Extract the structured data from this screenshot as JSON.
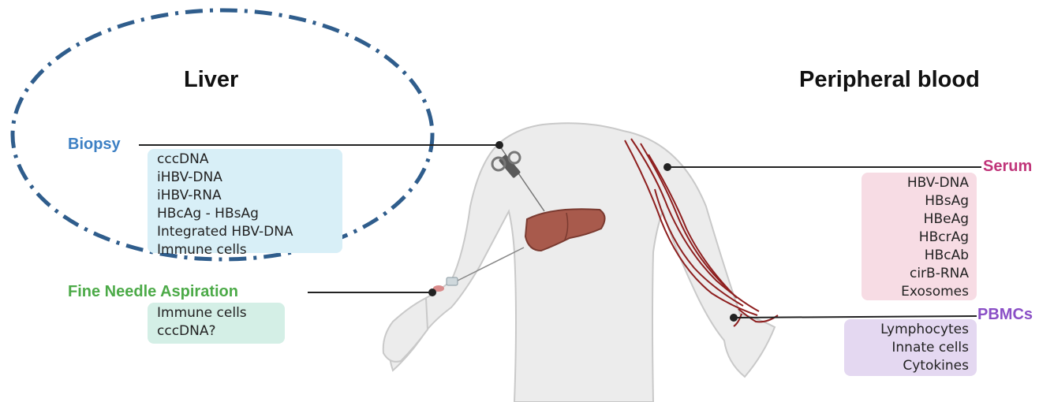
{
  "headings": {
    "liver": "Liver",
    "peripheral_blood": "Peripheral blood"
  },
  "biopsy": {
    "label": "Biopsy",
    "color": "#3d80c4",
    "items": [
      "cccDNA",
      "iHBV-DNA",
      "iHBV-RNA",
      "HBcAg - HBsAg",
      "Integrated HBV-DNA",
      "Immune cells"
    ]
  },
  "fna": {
    "label": "Fine Needle Aspiration",
    "color": "#4caa48",
    "items": [
      "Immune cells",
      "cccDNA?"
    ]
  },
  "serum": {
    "label": "Serum",
    "color": "#c0357a",
    "items": [
      "HBV-DNA",
      "HBsAg",
      "HBeAg",
      "HBcrAg",
      "HBcAb",
      "cirB-RNA",
      "Exosomes"
    ]
  },
  "pbmcs": {
    "label": "PBMCs",
    "color": "#8a4fc6",
    "items": [
      "Lymphocytes",
      "Innate cells",
      "Cytokines"
    ]
  },
  "colors": {
    "dashed_ellipse": "#2f5d8c",
    "biopsy_box": "#d8eff7",
    "fna_box": "#d4efe6",
    "serum_box": "#f7dce4",
    "pbmcs_box": "#e4d8f1",
    "body_fill": "#ececec",
    "body_stroke": "#c9c9c9",
    "liver_fill": "#a85a4c",
    "vein": "#8e1f1f"
  }
}
